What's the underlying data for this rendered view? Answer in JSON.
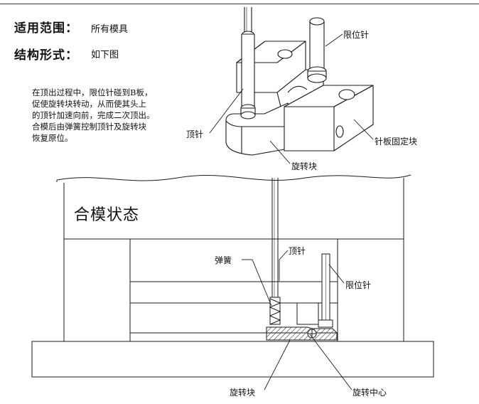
{
  "header": {
    "scope_label": "适用范围：",
    "scope_value": "所有模具",
    "structure_label": "结构形式：",
    "structure_value": "如下图"
  },
  "description": {
    "lines": [
      "在顶出过程中，限位针碰到B板，",
      "促使旋转块转动，从而使其头上",
      "的顶针加速向前，完成二次顶出。",
      "合模后由弹簧控制顶针及旋转块",
      "恢复原位。"
    ]
  },
  "iso_labels": {
    "limit_pin": "限位针",
    "ejector_pin": "顶针",
    "pin_fixing_block": "针板固定块",
    "rotating_block": "旋转块"
  },
  "section": {
    "title": "合模状态",
    "spring": "弹簧",
    "ejector_pin": "顶针",
    "limit_pin": "限位针",
    "rotating_block": "旋转块",
    "rotation_center": "旋转中心"
  },
  "colors": {
    "line": "#1a1a1a",
    "hatch": "#333333",
    "background": "#ffffff"
  }
}
